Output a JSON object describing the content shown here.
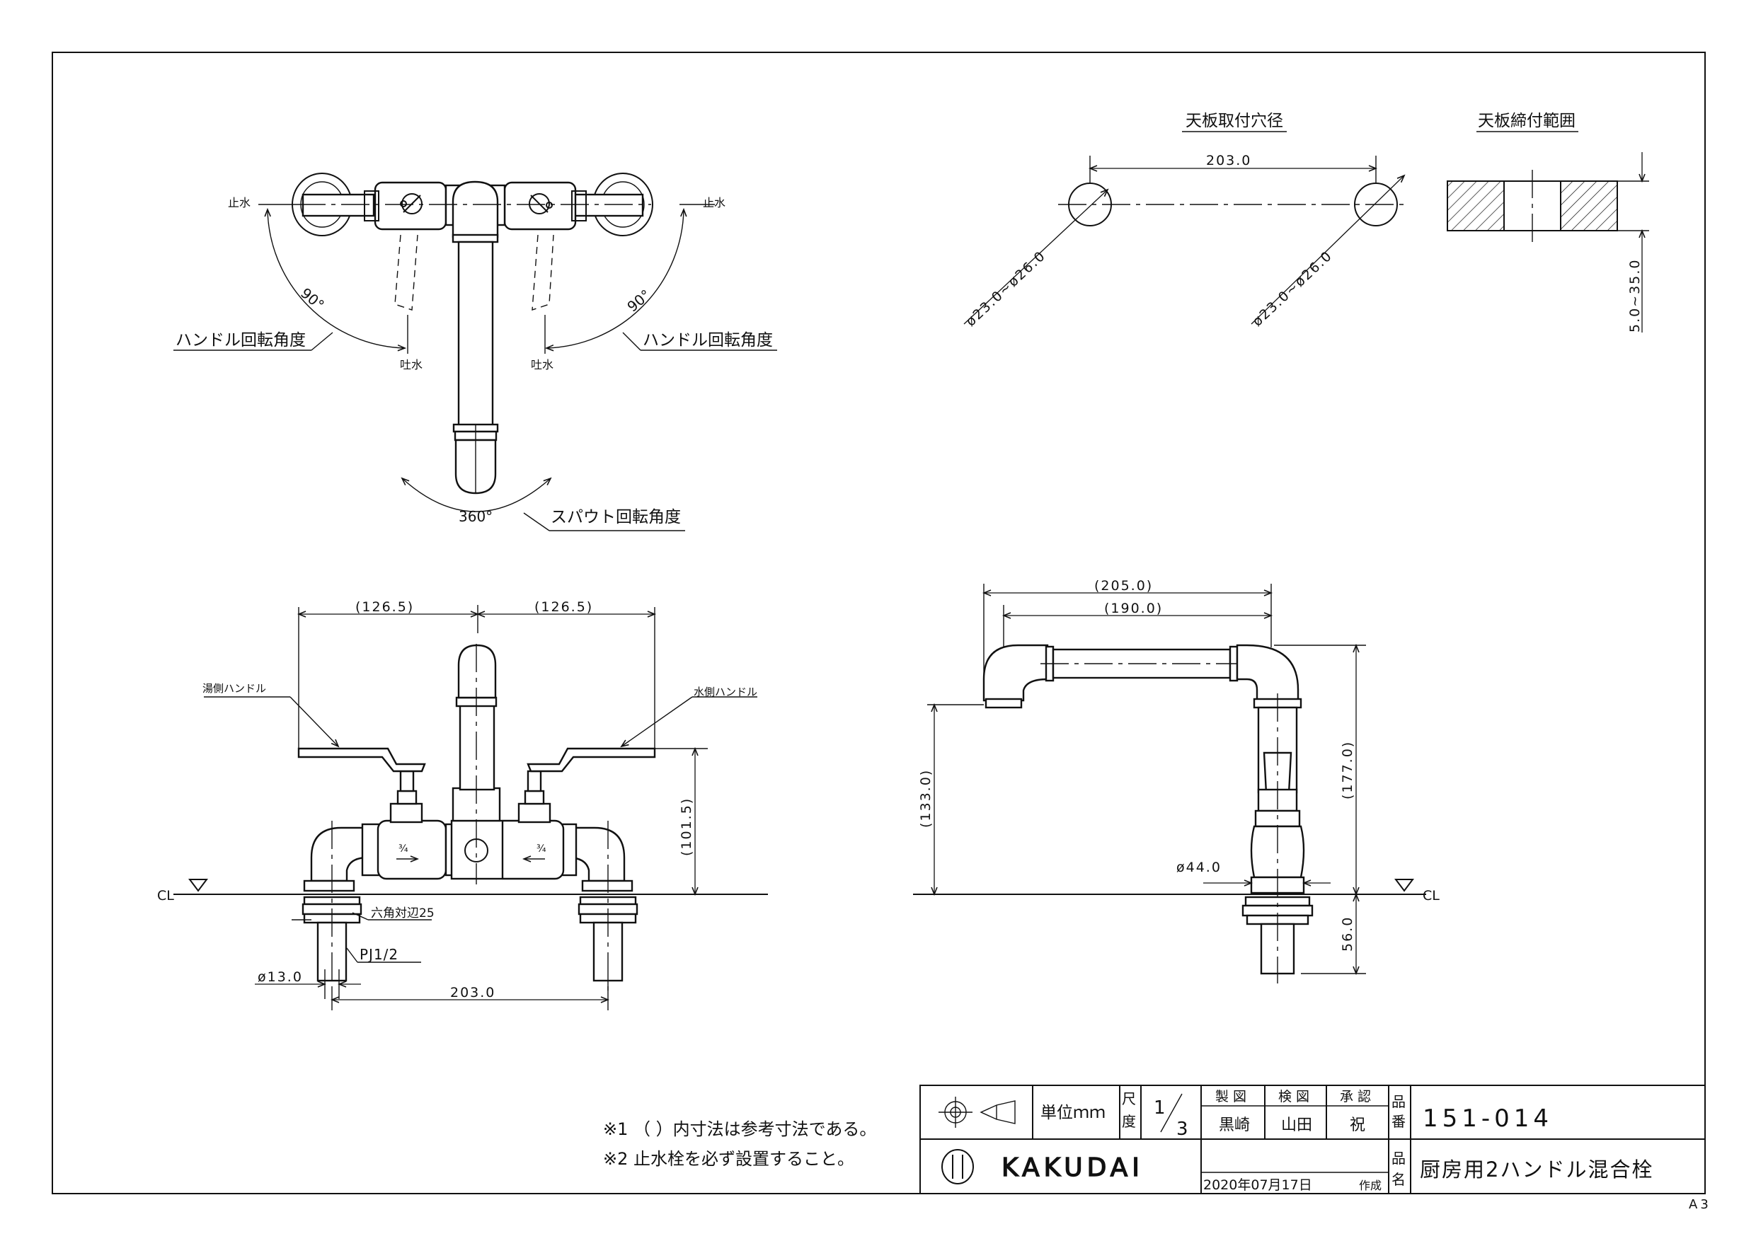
{
  "labels": {
    "stop_left": "止水",
    "stop_right": "止水",
    "discharge_left": "吐水",
    "discharge_right": "吐水",
    "angle_90_left": "90°",
    "angle_90_right": "90°",
    "handle_rotation_left": "ハンドル回転角度",
    "handle_rotation_right": "ハンドル回転角度",
    "angle_360": "360°",
    "spout_rotation": "スパウト回転角度",
    "hot_handle": "湯側ハンドル",
    "cold_handle": "水側ハンドル",
    "cl_left": "CL",
    "cl_right": "CL",
    "hex_size": "六角対辺25",
    "pj": "PJ1/2",
    "mount_hole_title": "天板取付穴径",
    "clamp_range_title": "天板締付範囲",
    "paper_size": "A3"
  },
  "dimensions": {
    "front_half_left": "(126.5)",
    "front_half_right": "(126.5)",
    "front_height": "(101.5)",
    "pipe_dia": "ø13.0",
    "front_pitch": "203.0",
    "side_205": "(205.0)",
    "side_190": "(190.0)",
    "side_133": "(133.0)",
    "side_177": "(177.0)",
    "side_44": "ø44.0",
    "side_56": "56.0",
    "hole_pitch": "203.0",
    "hole_dia_left": "ø23.0~ø26.0",
    "hole_dia_right": "ø23.0~ø26.0",
    "clamp_range": "5.0~35.0"
  },
  "notes": [
    "※1 （ ）内寸法は参考寸法である。",
    "※2 止水栓を必ず設置すること。"
  ],
  "title_block": {
    "unit_label": "単位ｍｍ",
    "scale_label": "尺度",
    "scale_num": "1",
    "scale_den": "3",
    "drawn_header": "製 図",
    "checked_header": "検 図",
    "approved_header": "承 認",
    "drawn_by": "黒崎",
    "checked_by": "山田",
    "approved_by": "祝",
    "part_no_label": "品番",
    "part_no": "151-014",
    "product_label": "品名",
    "product_name": "厨房用2ハンドル混合栓",
    "date": "2020年07月17日",
    "date_suffix": "作成",
    "company": "KAKUDAI"
  }
}
